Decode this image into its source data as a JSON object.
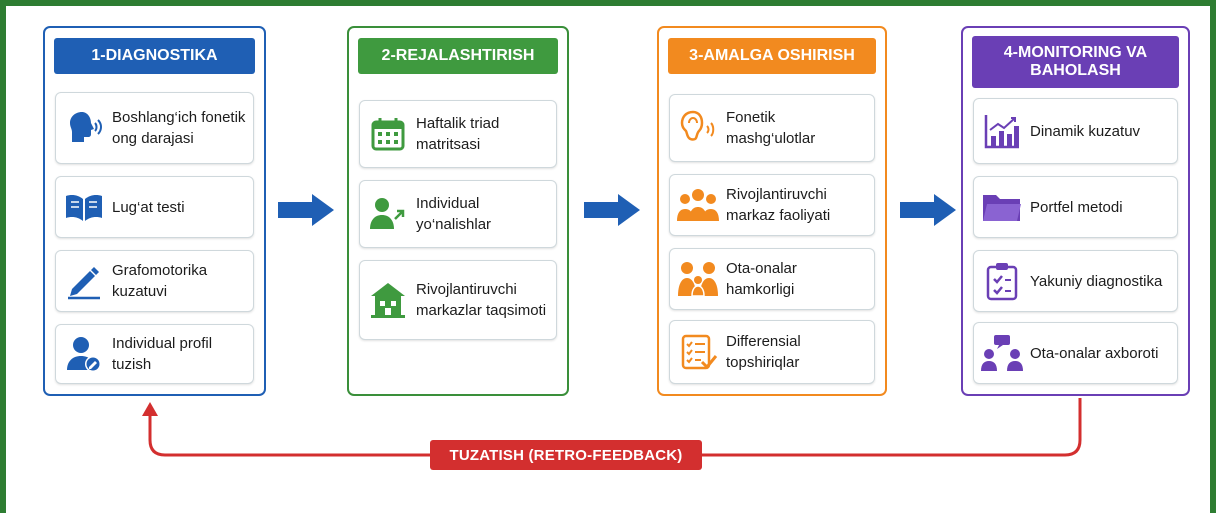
{
  "columns": [
    {
      "title": "1-DIAGNOSTIKA",
      "color": "#1f5fb4",
      "items": [
        {
          "label": "Boshlang‘ich fonetik ong darajasi",
          "icon": "speaking-head-icon"
        },
        {
          "label": "Lug‘at testi",
          "icon": "open-book-icon"
        },
        {
          "label": "Grafomotorika kuzatuvi",
          "icon": "pencil-icon"
        },
        {
          "label": "Individual profil tuzish",
          "icon": "user-profile-icon"
        }
      ]
    },
    {
      "title": "2-REJALASHTIRISH",
      "color": "#3f9a3f",
      "items": [
        {
          "label": "Haftalik triad matritsasi",
          "icon": "calendar-icon"
        },
        {
          "label": "Individual yo‘nalishlar",
          "icon": "user-direction-icon"
        },
        {
          "label": "Rivojlantiruvchi markazlar taqsimoti",
          "icon": "building-icon"
        }
      ]
    },
    {
      "title": "3-AMALGA OSHIRISH",
      "color": "#f28a1f",
      "items": [
        {
          "label": "Fonetik mashg‘ulotlar",
          "icon": "ear-head-icon"
        },
        {
          "label": "Rivojlantiruvchi markaz faoliyati",
          "icon": "group-icon"
        },
        {
          "label": "Ota-onalar hamkorligi",
          "icon": "family-icon"
        },
        {
          "label": "Differensial topshiriqlar",
          "icon": "checklist-icon"
        }
      ]
    },
    {
      "title": "4-MONITORING VA BAHOLASH",
      "color": "#6a3fb5",
      "items": [
        {
          "label": "Dinamik kuzatuv",
          "icon": "growth-chart-icon"
        },
        {
          "label": "Portfel metodi",
          "icon": "folder-icon"
        },
        {
          "label": "Yakuniy diagnostika",
          "icon": "clipboard-check-icon"
        },
        {
          "label": "Ota-onalar axboroti",
          "icon": "parents-chat-icon"
        }
      ]
    }
  ],
  "feedback": {
    "label": "TUZATISH  (RETRO-FEEDBACK)",
    "color": "#d32f2f"
  },
  "arrow_color": "#1f5fb4"
}
